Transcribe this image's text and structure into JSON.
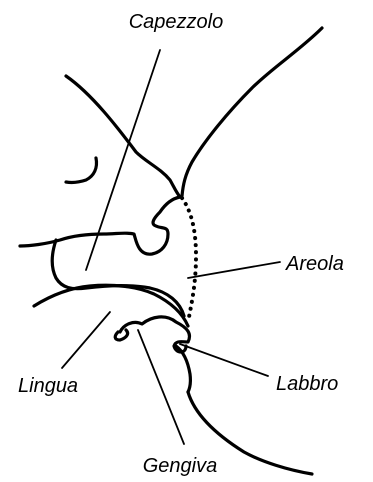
{
  "labels": {
    "capezzolo": "Capezzolo",
    "areola": "Areola",
    "lingua": "Lingua",
    "labbro": "Labbro",
    "gengiva": "Gengiva"
  },
  "colors": {
    "background": "#ffffff",
    "ink": "#000000"
  }
}
